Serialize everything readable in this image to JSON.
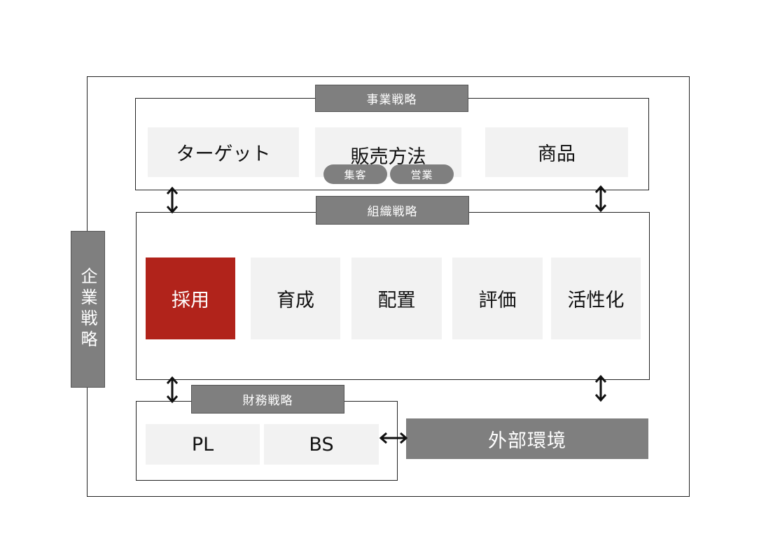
{
  "corporate_strategy": {
    "label": "企業戦略"
  },
  "business_strategy": {
    "label": "事業戦略",
    "items": [
      {
        "label": "ターゲット"
      },
      {
        "label": "販売方法",
        "sub": [
          "集客",
          "営業"
        ]
      },
      {
        "label": "商品"
      }
    ]
  },
  "organization_strategy": {
    "label": "組織戦略",
    "items": [
      {
        "label": "採用",
        "highlight": true
      },
      {
        "label": "育成"
      },
      {
        "label": "配置"
      },
      {
        "label": "評価"
      },
      {
        "label": "活性化"
      }
    ]
  },
  "financial_strategy": {
    "label": "財務戦略",
    "items": [
      {
        "label": "PL"
      },
      {
        "label": "BS"
      }
    ]
  },
  "external_environment": {
    "label": "外部環境"
  },
  "colors": {
    "highlight": "#b1231b",
    "tag": "#7f7f7f",
    "box": "#f2f2f2"
  }
}
